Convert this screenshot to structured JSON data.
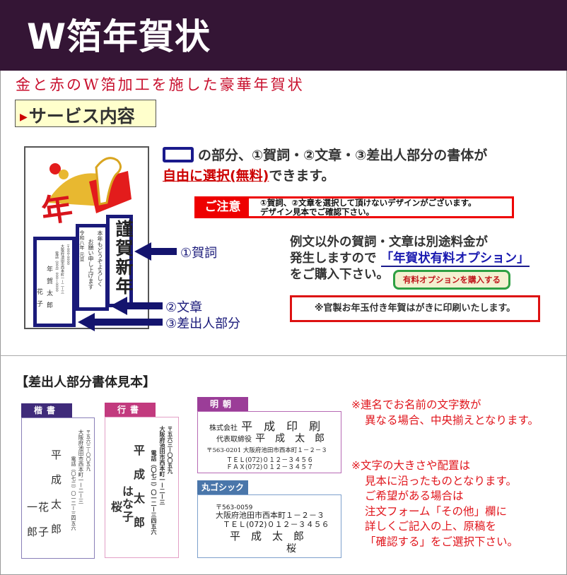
{
  "header": {
    "title": "W箔年賀状"
  },
  "subtitle": "金と赤のW箔加工を施した豪華年賀状",
  "service": {
    "heading": "サービス内容"
  },
  "card_preview": {
    "nenga_char": "年",
    "greeting": "謹賀新年",
    "message_col1": "本年もどうぞよろしく",
    "message_col2": "お願い申し上げます",
    "message_date": "令和八年 元旦",
    "sender_zip": "〒000-0000",
    "sender_address": "大阪府池田市西本町一ー二ー三",
    "sender_phone": "電話（000）000ー0000",
    "sender_name1": "年賀太郎",
    "sender_name2": "花子"
  },
  "labels": {
    "greeting": "①賀詞",
    "message": "②文章",
    "sender": "③差出人部分"
  },
  "intro": {
    "line1": "の部分、①賀詞・②文章・③差出人部分の書体が",
    "line2_link": "自由に選択(無料)",
    "line2_rest": "できます。"
  },
  "notice": {
    "label": "ご注意",
    "line1": "①賀詞、②文章を選択して頂けないデザインがございます。",
    "line2": "デザイン見本でご確認下さい。"
  },
  "option": {
    "line1": "例文以外の賀詞・文章は別途料金が",
    "line2_pre": "発生しますので",
    "line2_link": "「年賀状有料オプション」",
    "line3": "をご購入下さい。",
    "button": "有料オプションを購入する"
  },
  "kansei": "※官製お年玉付き年賀はがきに印刷いたします。",
  "samples": {
    "heading": "【差出人部分書体見本】",
    "kaisho": {
      "tab": "楷書",
      "zip": "〒五六三ー〇〇五九",
      "address": "大阪府池田市西本町一ー二ー三",
      "phone": "電話（〇七二）〇一二ー三四五六",
      "name_main": "平成太郎",
      "name2": "花子",
      "name3": "一郎"
    },
    "gyosho": {
      "tab": "行書",
      "zip": "〒五六三ー〇〇五九",
      "address": "大阪府池田市西本町一ー二ー三",
      "phone": "電話（〇七二）〇一二ー三四五六",
      "name_main": "平成太郎",
      "name2": "はな子",
      "name3": "桜"
    },
    "mincho": {
      "tab": "明朝",
      "company_prefix": "株式会社",
      "company": "平　成　印　刷",
      "title_prefix": "代表取締役",
      "name": "平　成　太　郎",
      "address": "〒563-0201  大阪府池田市西本町１－２－３",
      "tel": "ＴＥＬ(072)０１２－３４５６",
      "fax": "ＦＡＸ(072)０１２－３４５７"
    },
    "maru_gothic": {
      "tab": "丸ゴシック",
      "zip": "〒563-0059",
      "address": "大阪府池田市西本町１－２－３",
      "tel": "ＴＥＬ(072)０１２－３４５６",
      "name": "平　成　太　郎",
      "name2": "桜"
    }
  },
  "notes": {
    "note1_l1": "※連名でお名前の文字数が",
    "note1_l2": "異なる場合、中央揃えとなります。",
    "note2_l1": "※文字の大きさや配置は",
    "note2_l2": "見本に沿ったものとなります。",
    "note2_l3": "ご希望がある場合は",
    "note2_l4": "注文フォーム「その他」欄に",
    "note2_l5": "詳しくご記入の上、原稿を",
    "note2_l6": "「確認する」をご選択下さい。"
  },
  "colors": {
    "header_bg": "#341535",
    "accent_red": "#e0141b",
    "navy": "#1a1a7a",
    "kaisho": "#3f2b7a",
    "gyosho": "#c23a7e",
    "mincho": "#9b3d98",
    "maru_gothic": "#4a76aa"
  }
}
